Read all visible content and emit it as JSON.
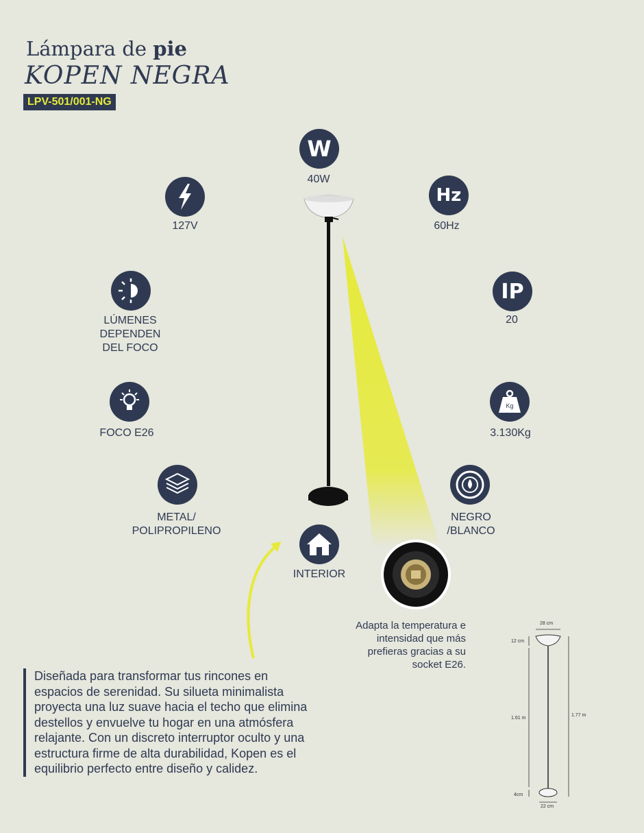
{
  "header": {
    "title_part1": "Lámpara de ",
    "title_part2": "pie",
    "title_line2": "KOPEN NEGRA",
    "code": "LPV-501/001-NG"
  },
  "specs": {
    "watts_icon_letter": "W",
    "watts": "40W",
    "voltage": "127V",
    "frequency_icon_letter": "Hz",
    "frequency": "60Hz",
    "lumens_line1": "LÚMENES",
    "lumens_line2": "DEPENDEN",
    "lumens_line3": "DEL FOCO",
    "ip_icon_letter": "IP",
    "ip": "20",
    "bulb": "FOCO E26",
    "weight_icon_letter": "Kg",
    "weight": "3.130Kg",
    "material_line1": "METAL/",
    "material_line2": "POLIPROPILENO",
    "color_line1": "NEGRO",
    "color_line2": "/BLANCO",
    "use": "INTERIOR"
  },
  "socket_text": {
    "line1": "Adapta la temperatura e",
    "line2": "intensidad que más",
    "line3": "prefieras gracias a su",
    "line4": "socket E26."
  },
  "description": "Diseñada para transformar tus rincones en espacios de serenidad. Su silueta minimalista proyecta una luz suave hacia el techo que elimina destellos y envuelve tu hogar en una atmósfera relajante. Con un discreto interruptor oculto y una estructura firme de alta durabilidad, Kopen es el equilibrio perfecto entre diseño y calidez.",
  "dimensions": {
    "top_width": "28 cm",
    "shade_height": "12 cm",
    "pole_height": "1.61 m",
    "total_height": "1.77 m",
    "base_height": "4cm",
    "base_width": "22 cm"
  },
  "colors": {
    "navy": "#2f3a52",
    "accent_yellow": "#e6ea3a",
    "background": "#e6e7dd"
  }
}
